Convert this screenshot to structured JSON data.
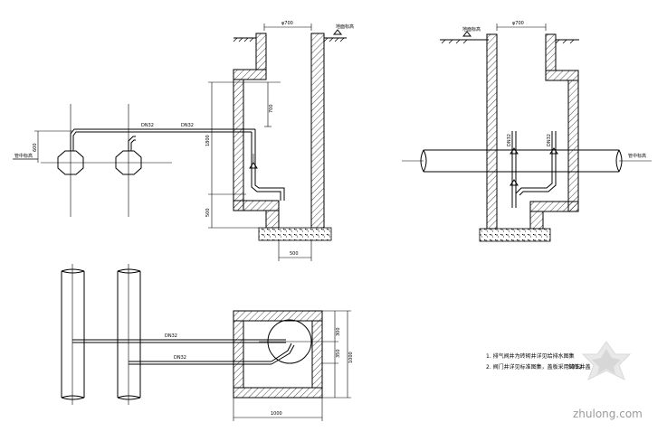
{
  "elevation_view": {
    "width_top": "φ700",
    "ground_mark": "地面标高",
    "pipe_left": "DN32",
    "pipe_right": "DN32",
    "dim_top": "700",
    "dim_mid": "1800",
    "dim_bottom": "500",
    "dim_base": "500",
    "left_dim": "600",
    "left_mark": "管中标高"
  },
  "section_view": {
    "width_top": "φ700",
    "ground_mark": "地面标高",
    "right_mark": "管中标高",
    "pipe_label_1": "DN32",
    "pipe_label_2": "DN32"
  },
  "plan_view": {
    "pipe_upper": "DN32",
    "pipe_lower": "DN32",
    "dim_right_1": "300",
    "dim_right_2": "350",
    "dim_right_total": "1000",
    "dim_bottom": "1000"
  },
  "notes": {
    "line1": "1. 排气阀井为砖砌井详见给排水图集",
    "line2": "2. 阀门井详见标准图集，盖板采用铸铁井盖",
    "code": "S312"
  },
  "watermark": {
    "text": "zhulong.com"
  }
}
